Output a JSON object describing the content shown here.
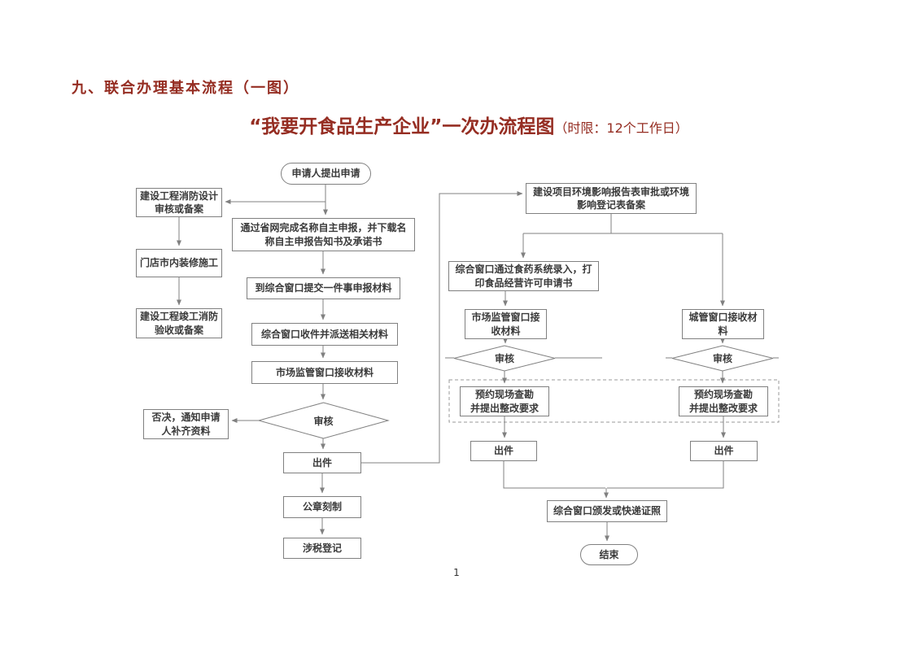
{
  "colors": {
    "title_color": "#952d22",
    "box_border": "#808080",
    "box_text": "#3a3a3a",
    "line_color": "#808080"
  },
  "page": {
    "heading": "九、联合办理基本流程（一图）",
    "title_main": "“我要开食品生产企业”一次办流程图",
    "title_suffix": "（时限：12个工作日）",
    "page_number": "1"
  },
  "flowchart": {
    "nodes": {
      "start": "申请人提出申请",
      "fire_design": "建设工程消防设计\n审核或备案",
      "decoration": "门店市内装修施工",
      "fire_acceptance": "建设工程竣工消防\n验收或备案",
      "name_declare": "通过省网完成名称自主申报，并下载名\n称自主申报告知书及承诺书",
      "submit_materials": "到综合窗口提交一件事申报材料",
      "receive_dispatch": "综合窗口收件并派送相关材料",
      "market_receive": "市场监管窗口接收材料",
      "review_center": "审核",
      "reject_notice": "否决，通知申请\n人补齐资料",
      "issue_center": "出件",
      "seal_carving": "公章刻制",
      "tax_registration": "涉税登记",
      "env_report": "建设项目环境影响报告表审批或环境\n影响登记表备案",
      "food_system_entry": "综合窗口通过食药系统录入，打\n印食品经营许可申请书",
      "market_receive_2": "市场监管窗口接\n收材料",
      "urban_receive": "城管窗口接收材\n料",
      "review_mid": "审核",
      "review_right": "审核",
      "survey_mid": "预约现场查勘\n并提出整改要求",
      "survey_right": "预约现场查勘\n并提出整改要求",
      "issue_mid": "出件",
      "issue_right": "出件",
      "license_delivery": "综合窗口颁发或快递证照",
      "end": "结束"
    }
  }
}
